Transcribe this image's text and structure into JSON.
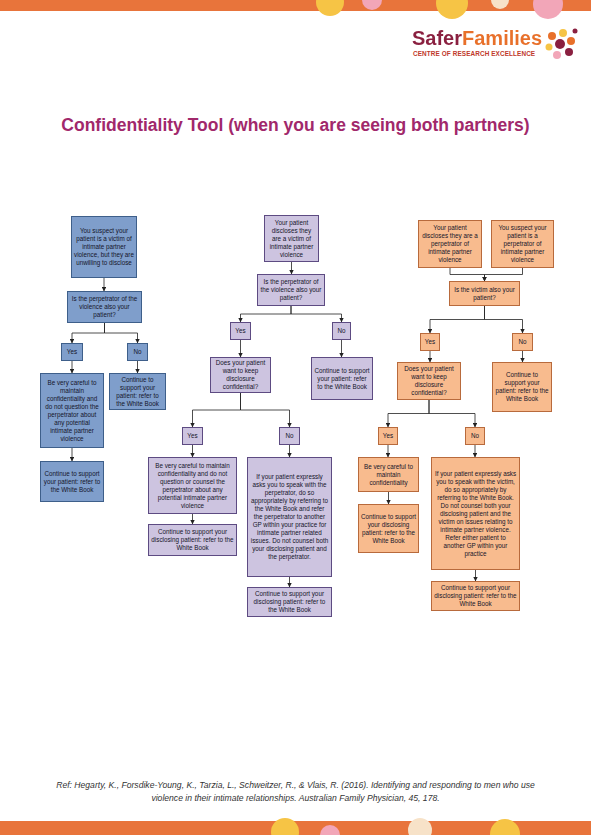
{
  "diagram": {
    "title": "Confidentiality Tool (when you are seeing both partners)",
    "caption": "Ref: Hegarty, K., Forsdike-Young, K., Tarzia, L., Schweitzer, R., & Vlais, R. (2016). Identifying and responding to men who use violence in their intimate relationships. Australian Family Physician, 45, 178.",
    "nodes": [
      {
        "text": [
          "You suspect your patient is a victim of intimate partner violence, but they are unwilling to disclose"
        ]
      },
      {
        "text": [
          "Is the perpetrator of the violence also your patient?"
        ]
      },
      {
        "text": [
          "Yes"
        ]
      },
      {
        "text": [
          "No"
        ]
      },
      {
        "text": [
          "Be very careful to maintain confidentiality and do not question the perpetrator about any potential intimate partner violence"
        ]
      },
      {
        "text": [
          "Continue to support your patient: refer to the White Book"
        ]
      },
      {
        "text": [
          "Continue to support your patient: refer to the White Book"
        ]
      },
      {
        "text": [
          "Your patient discloses they are a victim of intimate partner violence"
        ]
      },
      {
        "text": [
          "Is the perpetrator of the violence also your patient?"
        ]
      },
      {
        "text": [
          "Yes"
        ]
      },
      {
        "text": [
          "No"
        ]
      },
      {
        "text": [
          "Does your patient want to keep disclosure confidential?"
        ]
      },
      {
        "text": [
          "Continue to support your patient: refer to the White Book"
        ]
      },
      {
        "text": [
          "Yes"
        ]
      },
      {
        "text": [
          "No"
        ]
      },
      {
        "text": [
          "Be very careful to maintain confidentiality and do not question or counsel the perpetrator about any potential intimate partner violence"
        ]
      },
      {
        "text": [
          "If your patient expressly asks you to speak with the perpetrator, do so appropriately by referring to the White Book and refer the perpetrator to another GP within your practice for intimate partner related issues. Do not counsel both your disclosing patient and the perpetrator."
        ]
      },
      {
        "text": [
          "Continue to support your disclosing patient: refer to the White Book"
        ]
      },
      {
        "text": [
          "Continue to support your disclosing patient: refer to the White Book"
        ]
      },
      {
        "text": [
          "Your patient discloses they are a perpetrator of intimate partner violence"
        ]
      },
      {
        "text": [
          "You suspect your patient is a perpetrator of intimate partner violence"
        ]
      },
      {
        "text": [
          "Is the victim also your patient?"
        ]
      },
      {
        "text": [
          "Yes"
        ]
      },
      {
        "text": [
          "No"
        ]
      },
      {
        "text": [
          "Does your patient want to keep disclosure confidential?"
        ]
      },
      {
        "text": [
          "Continue to support your patient: refer to the White Book"
        ]
      },
      {
        "text": [
          "Yes"
        ]
      },
      {
        "text": [
          "No"
        ]
      },
      {
        "text": [
          "Be very careful to maintain confidentiality"
        ]
      },
      {
        "text": [
          "If your patient expressly asks you to speak with the victim, do so appropriately by referring to the White Book. Do not counsel both your disclosing patient and the victim on issues relating to intimate partner violence. Refer either patient to another GP within your practice"
        ]
      },
      {
        "text": [
          "Continue to support your disclosing patient: refer to the White Book"
        ]
      },
      {
        "text": [
          "Continue to support your disclosing patient: refer to the White Book"
        ]
      }
    ],
    "edges": [
      {
        "from": 0,
        "to": 1,
        "arrow": "to"
      },
      {
        "from": 1,
        "to": 2,
        "arrow": "to"
      },
      {
        "from": 1,
        "to": 3,
        "arrow": "to"
      },
      {
        "from": 2,
        "to": 4,
        "arrow": "to"
      },
      {
        "from": 3,
        "to": 5,
        "arrow": "to"
      },
      {
        "from": 4,
        "to": 6,
        "arrow": "to"
      },
      {
        "from": 7,
        "to": 8,
        "arrow": "to"
      },
      {
        "from": 8,
        "to": 9,
        "arrow": "to"
      },
      {
        "from": 8,
        "to": 10,
        "arrow": "to"
      },
      {
        "from": 9,
        "to": 11,
        "arrow": "to"
      },
      {
        "from": 10,
        "to": 12,
        "arrow": "to"
      },
      {
        "from": 11,
        "to": 13,
        "arrow": "to"
      },
      {
        "from": 11,
        "to": 14,
        "arrow": "to"
      },
      {
        "from": 13,
        "to": 15,
        "arrow": "to"
      },
      {
        "from": 14,
        "to": 16,
        "arrow": "to"
      },
      {
        "from": 15,
        "to": 17,
        "arrow": "to"
      },
      {
        "from": 16,
        "to": 18,
        "arrow": "to"
      },
      {
        "from": 19,
        "to": 21,
        "arrow": "to"
      },
      {
        "from": 20,
        "to": 21,
        "arrow": "to"
      },
      {
        "from": 21,
        "to": 22,
        "arrow": "to"
      },
      {
        "from": 21,
        "to": 23,
        "arrow": "to"
      },
      {
        "from": 22,
        "to": 24,
        "arrow": "to"
      },
      {
        "from": 23,
        "to": 25,
        "arrow": "to"
      },
      {
        "from": 24,
        "to": 26,
        "arrow": "to"
      },
      {
        "from": 24,
        "to": 27,
        "arrow": "to"
      },
      {
        "from": 26,
        "to": 28,
        "arrow": "to"
      },
      {
        "from": 27,
        "to": 29,
        "arrow": "to"
      },
      {
        "from": 28,
        "to": 30,
        "arrow": "to"
      },
      {
        "from": 29,
        "to": 31,
        "arrow": "to"
      }
    ],
    "labels": [
      "SaferFamilies",
      "CENTRE OF RESEARCH EXCELLENCE"
    ]
  }
}
